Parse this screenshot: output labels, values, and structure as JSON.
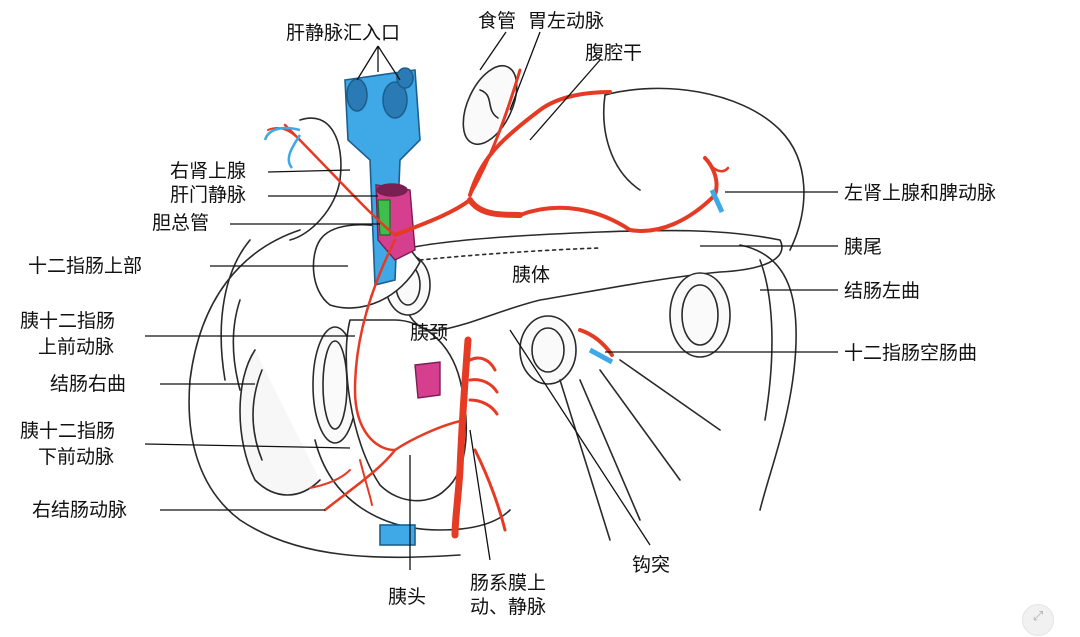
{
  "labels": {
    "hepatic_vein_entry": "肝静脉汇入口",
    "esophagus": "食管",
    "left_gastric_artery": "胃左动脉",
    "celiac_trunk": "腹腔干",
    "right_adrenal": "右肾上腺",
    "portal_vein": "肝门静脉",
    "common_bile_duct": "胆总管",
    "duodenum_superior": "十二指肠上部",
    "ant_sup_pd_artery_1": "胰十二指肠",
    "ant_sup_pd_artery_2": "上前动脉",
    "right_colic_flexure": "结肠右曲",
    "ant_inf_pd_artery_1": "胰十二指肠",
    "ant_inf_pd_artery_2": "下前动脉",
    "right_colic_artery": "右结肠动脉",
    "pancreas_head": "胰头",
    "sm_vessels_1": "肠系膜上",
    "sm_vessels_2": "动、静脉",
    "uncinate": "钩突",
    "pancreas_body": "胰体",
    "pancreas_neck": "胰颈",
    "left_adrenal_splenic": "左肾上腺和脾动脉",
    "pancreas_tail": "胰尾",
    "left_colic_flexure": "结肠左曲",
    "duodenojejunal_flexure": "十二指肠空肠曲"
  },
  "colors": {
    "vein_blue": "#3fa9e8",
    "artery_red": "#e53a23",
    "duct_green": "#3cbf4c",
    "vessel_magenta": "#d63e8e",
    "outline": "#2a2a2a"
  },
  "icons": {
    "expand": "expand-icon"
  }
}
